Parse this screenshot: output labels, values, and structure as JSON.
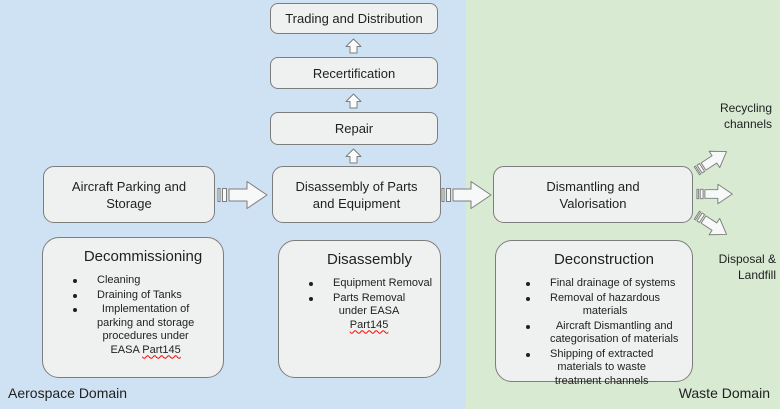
{
  "colors": {
    "aerospace_bg": "#cfe2f3",
    "waste_bg": "#d9ead3",
    "box_fill": "#eff0f0",
    "box_border": "#7d7d7d",
    "arrow_fill": "#f7f8f8",
    "text": "#1f1f1f",
    "spellcheck_underline": "#ff0000"
  },
  "domains": {
    "aerospace": "Aerospace Domain",
    "waste": "Waste Domain"
  },
  "top_chain": {
    "trading": "Trading and Distribution",
    "recertification": "Recertification",
    "repair": "Repair"
  },
  "flow": {
    "parking": "Aircraft Parking and Storage",
    "disassembly": "Disassembly of Parts and Equipment",
    "dismantling": "Dismantling and Valorisation"
  },
  "outputs": {
    "recycling": "Recycling channels",
    "disposal": "Disposal & Landfill"
  },
  "details": {
    "decommissioning": {
      "title": "Decommissioning",
      "items": [
        {
          "lines": [
            "Cleaning"
          ]
        },
        {
          "lines": [
            "Draining of Tanks"
          ]
        },
        {
          "lines": [
            "Implementation of",
            "parking and storage",
            "procedures under"
          ],
          "last_line_pre": "EASA ",
          "wavy_word": "Part145"
        }
      ]
    },
    "disassembly": {
      "title": "Disassembly",
      "items": [
        {
          "lines": [
            "Equipment Removal"
          ]
        },
        {
          "lines": [
            "Parts Removal",
            "under EASA"
          ],
          "last_line_pre": "",
          "wavy_word": "Part145"
        }
      ]
    },
    "deconstruction": {
      "title": "Deconstruction",
      "items": [
        {
          "lines": [
            "Final drainage of systems"
          ]
        },
        {
          "lines": [
            "Removal of hazardous",
            "materials"
          ]
        },
        {
          "lines": [
            "Aircraft Dismantling and",
            "categorisation of materials"
          ]
        },
        {
          "lines": [
            "Shipping of extracted",
            "materials to waste",
            "treatment channels"
          ]
        }
      ]
    }
  }
}
